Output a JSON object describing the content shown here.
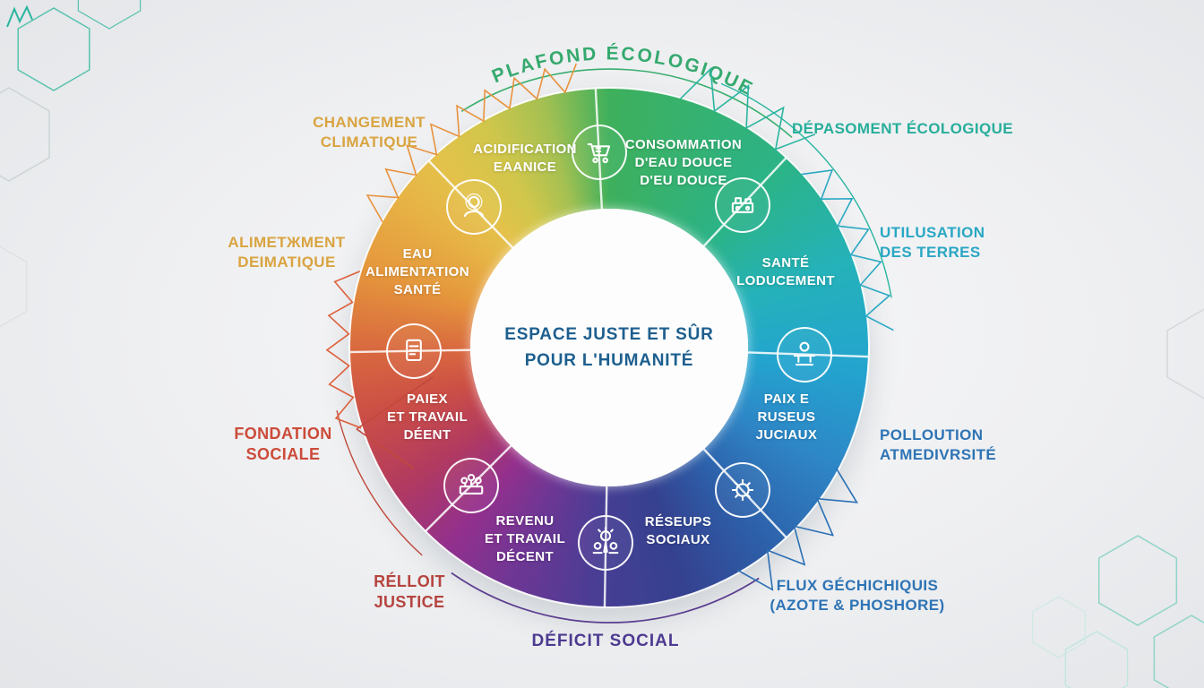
{
  "center": {
    "text": "ESPACE JUSTE ET SÛR\nPOUR L'HUMANITÉ",
    "color": "#1d5f8f"
  },
  "outer_labels": {
    "plafond": {
      "text": "PLAFOND ÉCOLOGIQUE",
      "color": "#35a96e"
    },
    "changement": {
      "text": "CHANGEMENT\nCLIMATIQUE",
      "color": "#d9a441"
    },
    "depassement": {
      "text": "DÉPASOMENT ÉCOLOGIQUE",
      "color": "#27ae9b"
    },
    "utilisation": {
      "text": "UTILUSATION\nDES TERRES",
      "color": "#2aa7c4"
    },
    "alimentation": {
      "text": "ALIMETЖMENT\nDEIMATIQUE",
      "color": "#d9a441"
    },
    "fondation": {
      "text": "FONDATION\nSOCIALE",
      "color": "#cc4b3a"
    },
    "pollution": {
      "text": "POLLOUTION\nATMEDIVRSITÉ",
      "color": "#2e74b5"
    },
    "justice": {
      "text": "RÉLLOIT\nJUSTICE",
      "color": "#b5443f"
    },
    "flux": {
      "text": "FLUX GÉCHICHIQUIS\n(AZOTE & PHOSHORE)",
      "color": "#2e74b5"
    },
    "deficit": {
      "text": "DÉFICIT SOCIAL",
      "color": "#4d3a91"
    }
  },
  "ring_labels": {
    "acidification": "ACIDIFICATION\nEAANICE",
    "consommation": "CONSOMMATION\nD'EAU DOUCE\nD'EU DOUCE",
    "eau": "EAU\nALIMENTATION\nSANTÉ",
    "sante": "SANTÉ\nLODUCEMENT",
    "paiex": "PAIEX\nET TRAVAIL\nDÉENT",
    "paix": "PAIX E\nRUSEUS\nJUCIAUX",
    "revenu": "REVENU\nET TRAVAIL\nDÉCENT",
    "reseaux": "RÉSEUPS\nSOCIAUX"
  },
  "icons": [
    "shopping-cart",
    "factory",
    "balance",
    "gear",
    "idea-people",
    "podium-people",
    "document",
    "person"
  ],
  "colors": {
    "ring_green": "#3eb05c",
    "ring_teal": "#25b2b9",
    "ring_cyan": "#23a4cf",
    "ring_blue": "#2e86c6",
    "ring_indigo": "#35418f",
    "ring_purple": "#6f3694",
    "ring_magenta": "#93308d",
    "ring_red": "#cc4f45",
    "ring_orange": "#e5973c",
    "ring_yellow": "#e7b245",
    "zigzag_orange": "#e8923d",
    "zigzag_red": "#dd5f3a",
    "zigzag_teal": "#2ab5a0",
    "zigzag_cyan": "#29a8c4",
    "zigzag_blue": "#2b6fb5",
    "background": "#eeeff1",
    "center_bg": "#fdfdfd"
  }
}
